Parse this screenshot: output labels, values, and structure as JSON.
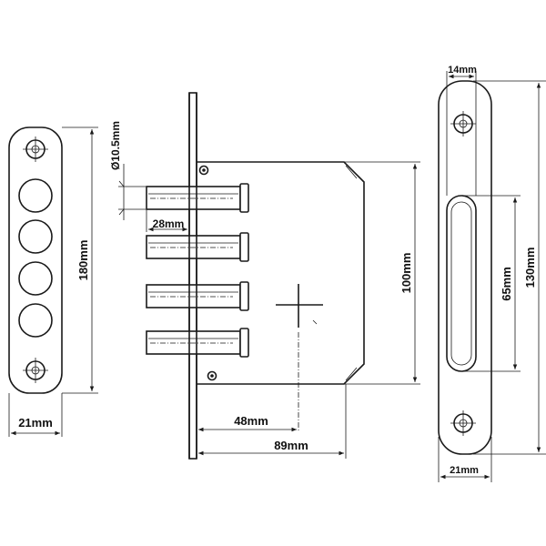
{
  "colors": {
    "line": "#1a1a1a",
    "background": "#ffffff"
  },
  "dimensions": {
    "faceplate_height": "180mm",
    "faceplate_width": "21mm",
    "bolt_diameter": "Ø10.5mm",
    "bolt_length": "28mm",
    "body_height": "100mm",
    "backset": "48mm",
    "body_depth": "89mm",
    "strike_top_width": "14mm",
    "strike_slot_height": "65mm",
    "strike_height": "130mm",
    "strike_width": "21mm"
  }
}
